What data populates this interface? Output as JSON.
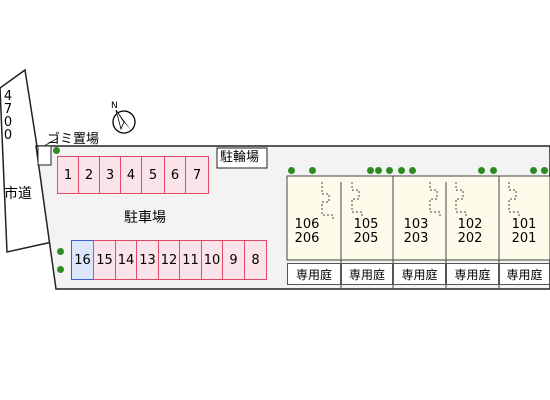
{
  "road_width": "4700",
  "city_road": "市道",
  "garbage": "ゴミ置場",
  "bicycle_parking": "駐輪場",
  "parking_lot": "駐車場",
  "north_mark": "N",
  "parking_top": [
    "1",
    "2",
    "3",
    "4",
    "5",
    "6",
    "7"
  ],
  "parking_bottom": [
    "16",
    "15",
    "14",
    "13",
    "12",
    "11",
    "10",
    "9",
    "8"
  ],
  "units": [
    {
      "upper": "106",
      "lower": "206",
      "garden": "専用庭"
    },
    {
      "upper": "105",
      "lower": "205",
      "garden": "専用庭"
    },
    {
      "upper": "103",
      "lower": "203",
      "garden": "専用庭"
    },
    {
      "upper": "102",
      "lower": "202",
      "garden": "専用庭"
    },
    {
      "upper": "101",
      "lower": "201",
      "garden": "専用庭"
    }
  ],
  "colors": {
    "parking_fill": "#fbe3ea",
    "parking_border": "#e24a6a",
    "special_fill": "#dce6fb",
    "building_fill": "#fdfbea",
    "site_fill": "#f3f3f3",
    "tree": "#2e8b22"
  }
}
